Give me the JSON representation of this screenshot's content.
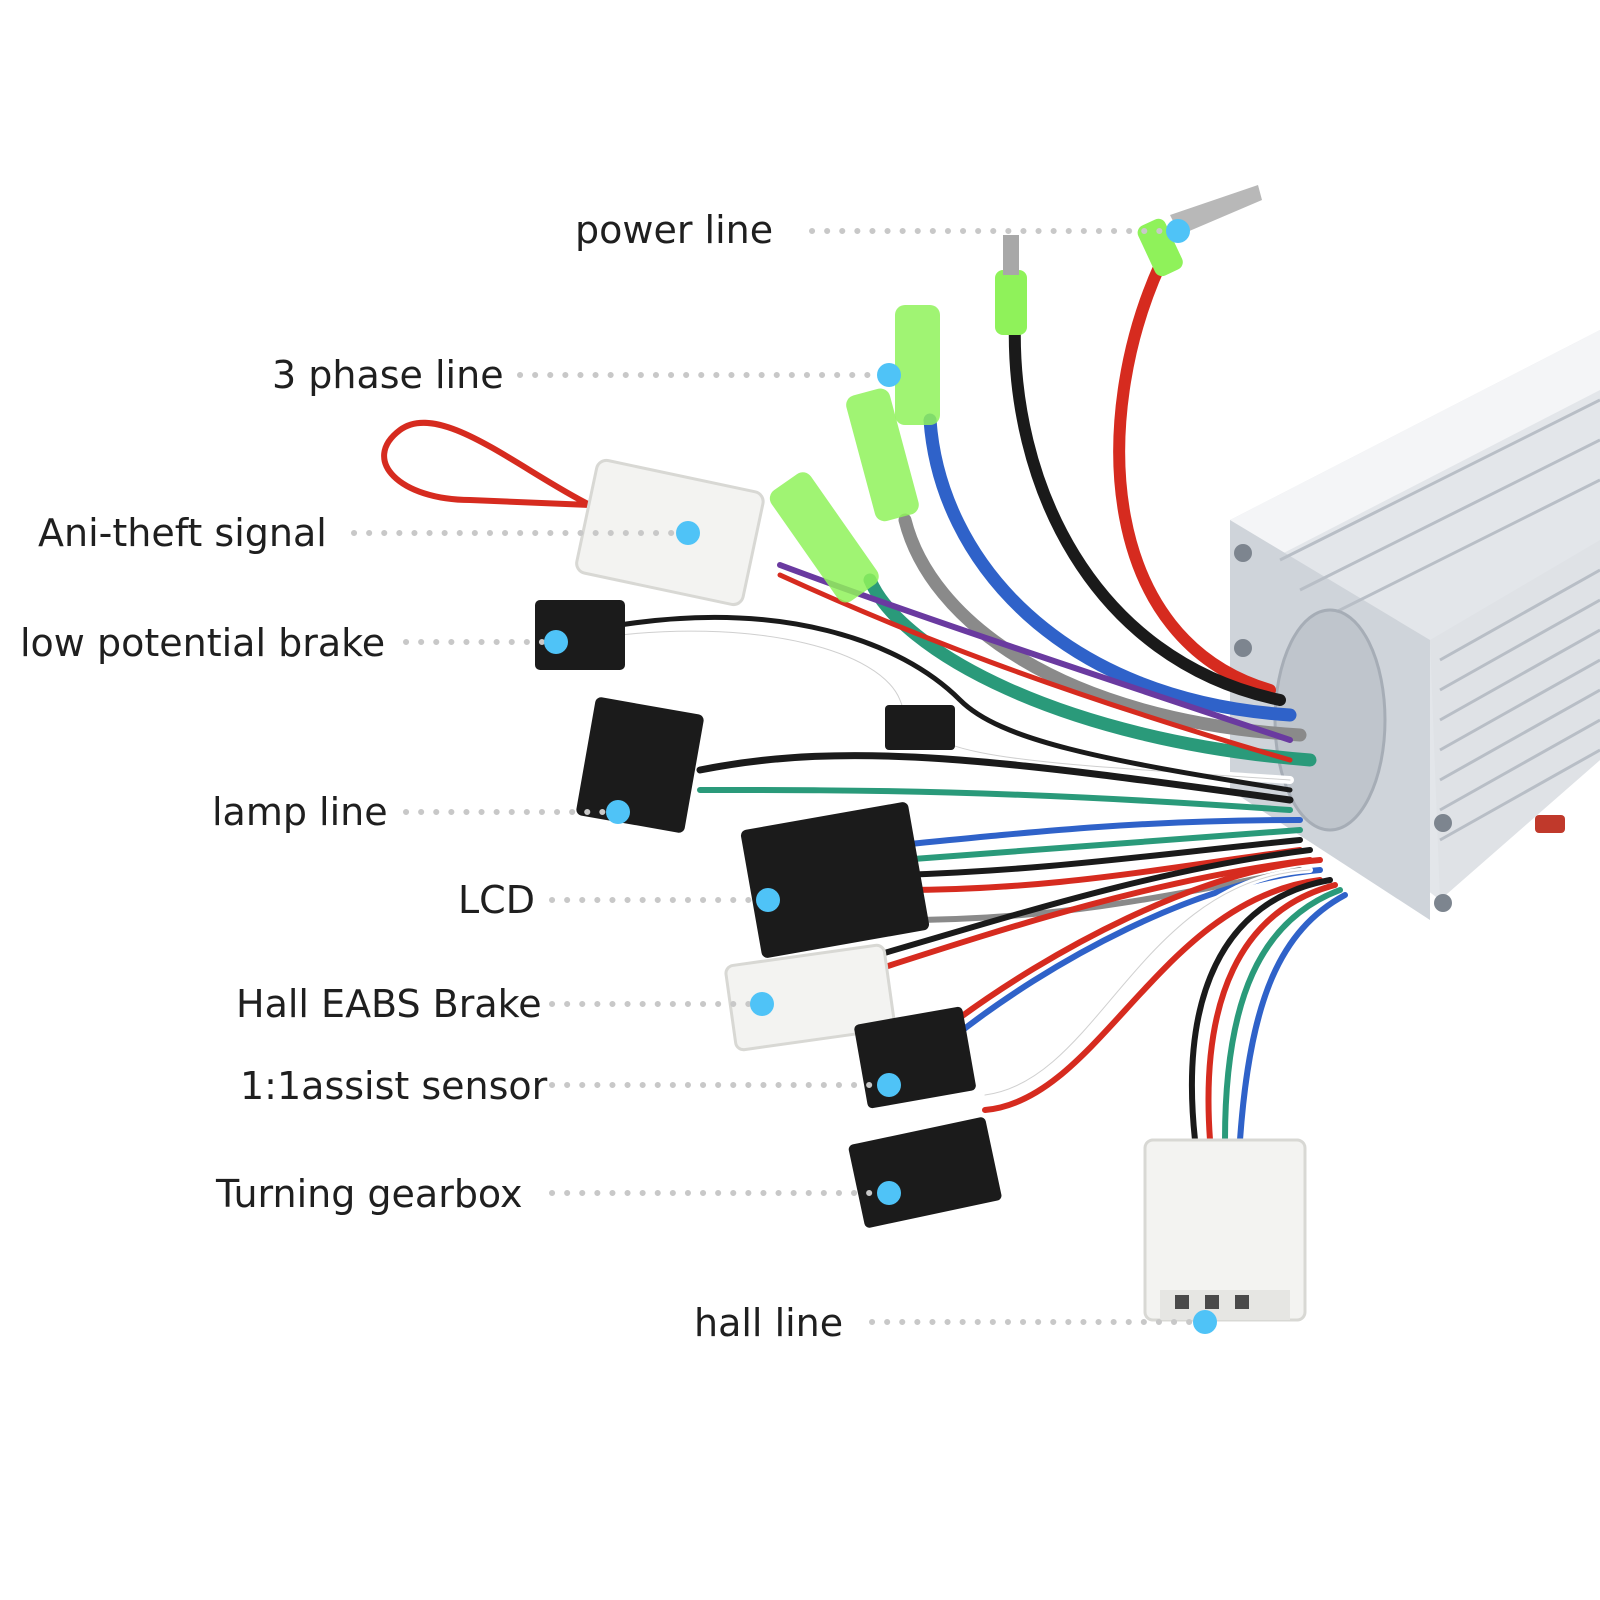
{
  "labels": {
    "power_line": "power line",
    "three_phase_line": "3 phase line",
    "anti_theft_signal": "Ani-theft signal",
    "low_potential_brake": "low potential brake",
    "lamp_line": "lamp line",
    "lcd": "LCD",
    "hall_eabs_brake": "Hall EABS Brake",
    "assist_sensor": "1:1assist sensor",
    "turning_gearbox": "Turning gearbox",
    "hall_line": "hall line"
  },
  "colors": {
    "marker": "#4fc3f7",
    "leader_dots": "#c8c8c8",
    "controller_body": "#dfe3e8",
    "connector_black": "#1b1b1b",
    "connector_white": "#f3f3f1",
    "sleeve_green": "#8ff25a"
  }
}
